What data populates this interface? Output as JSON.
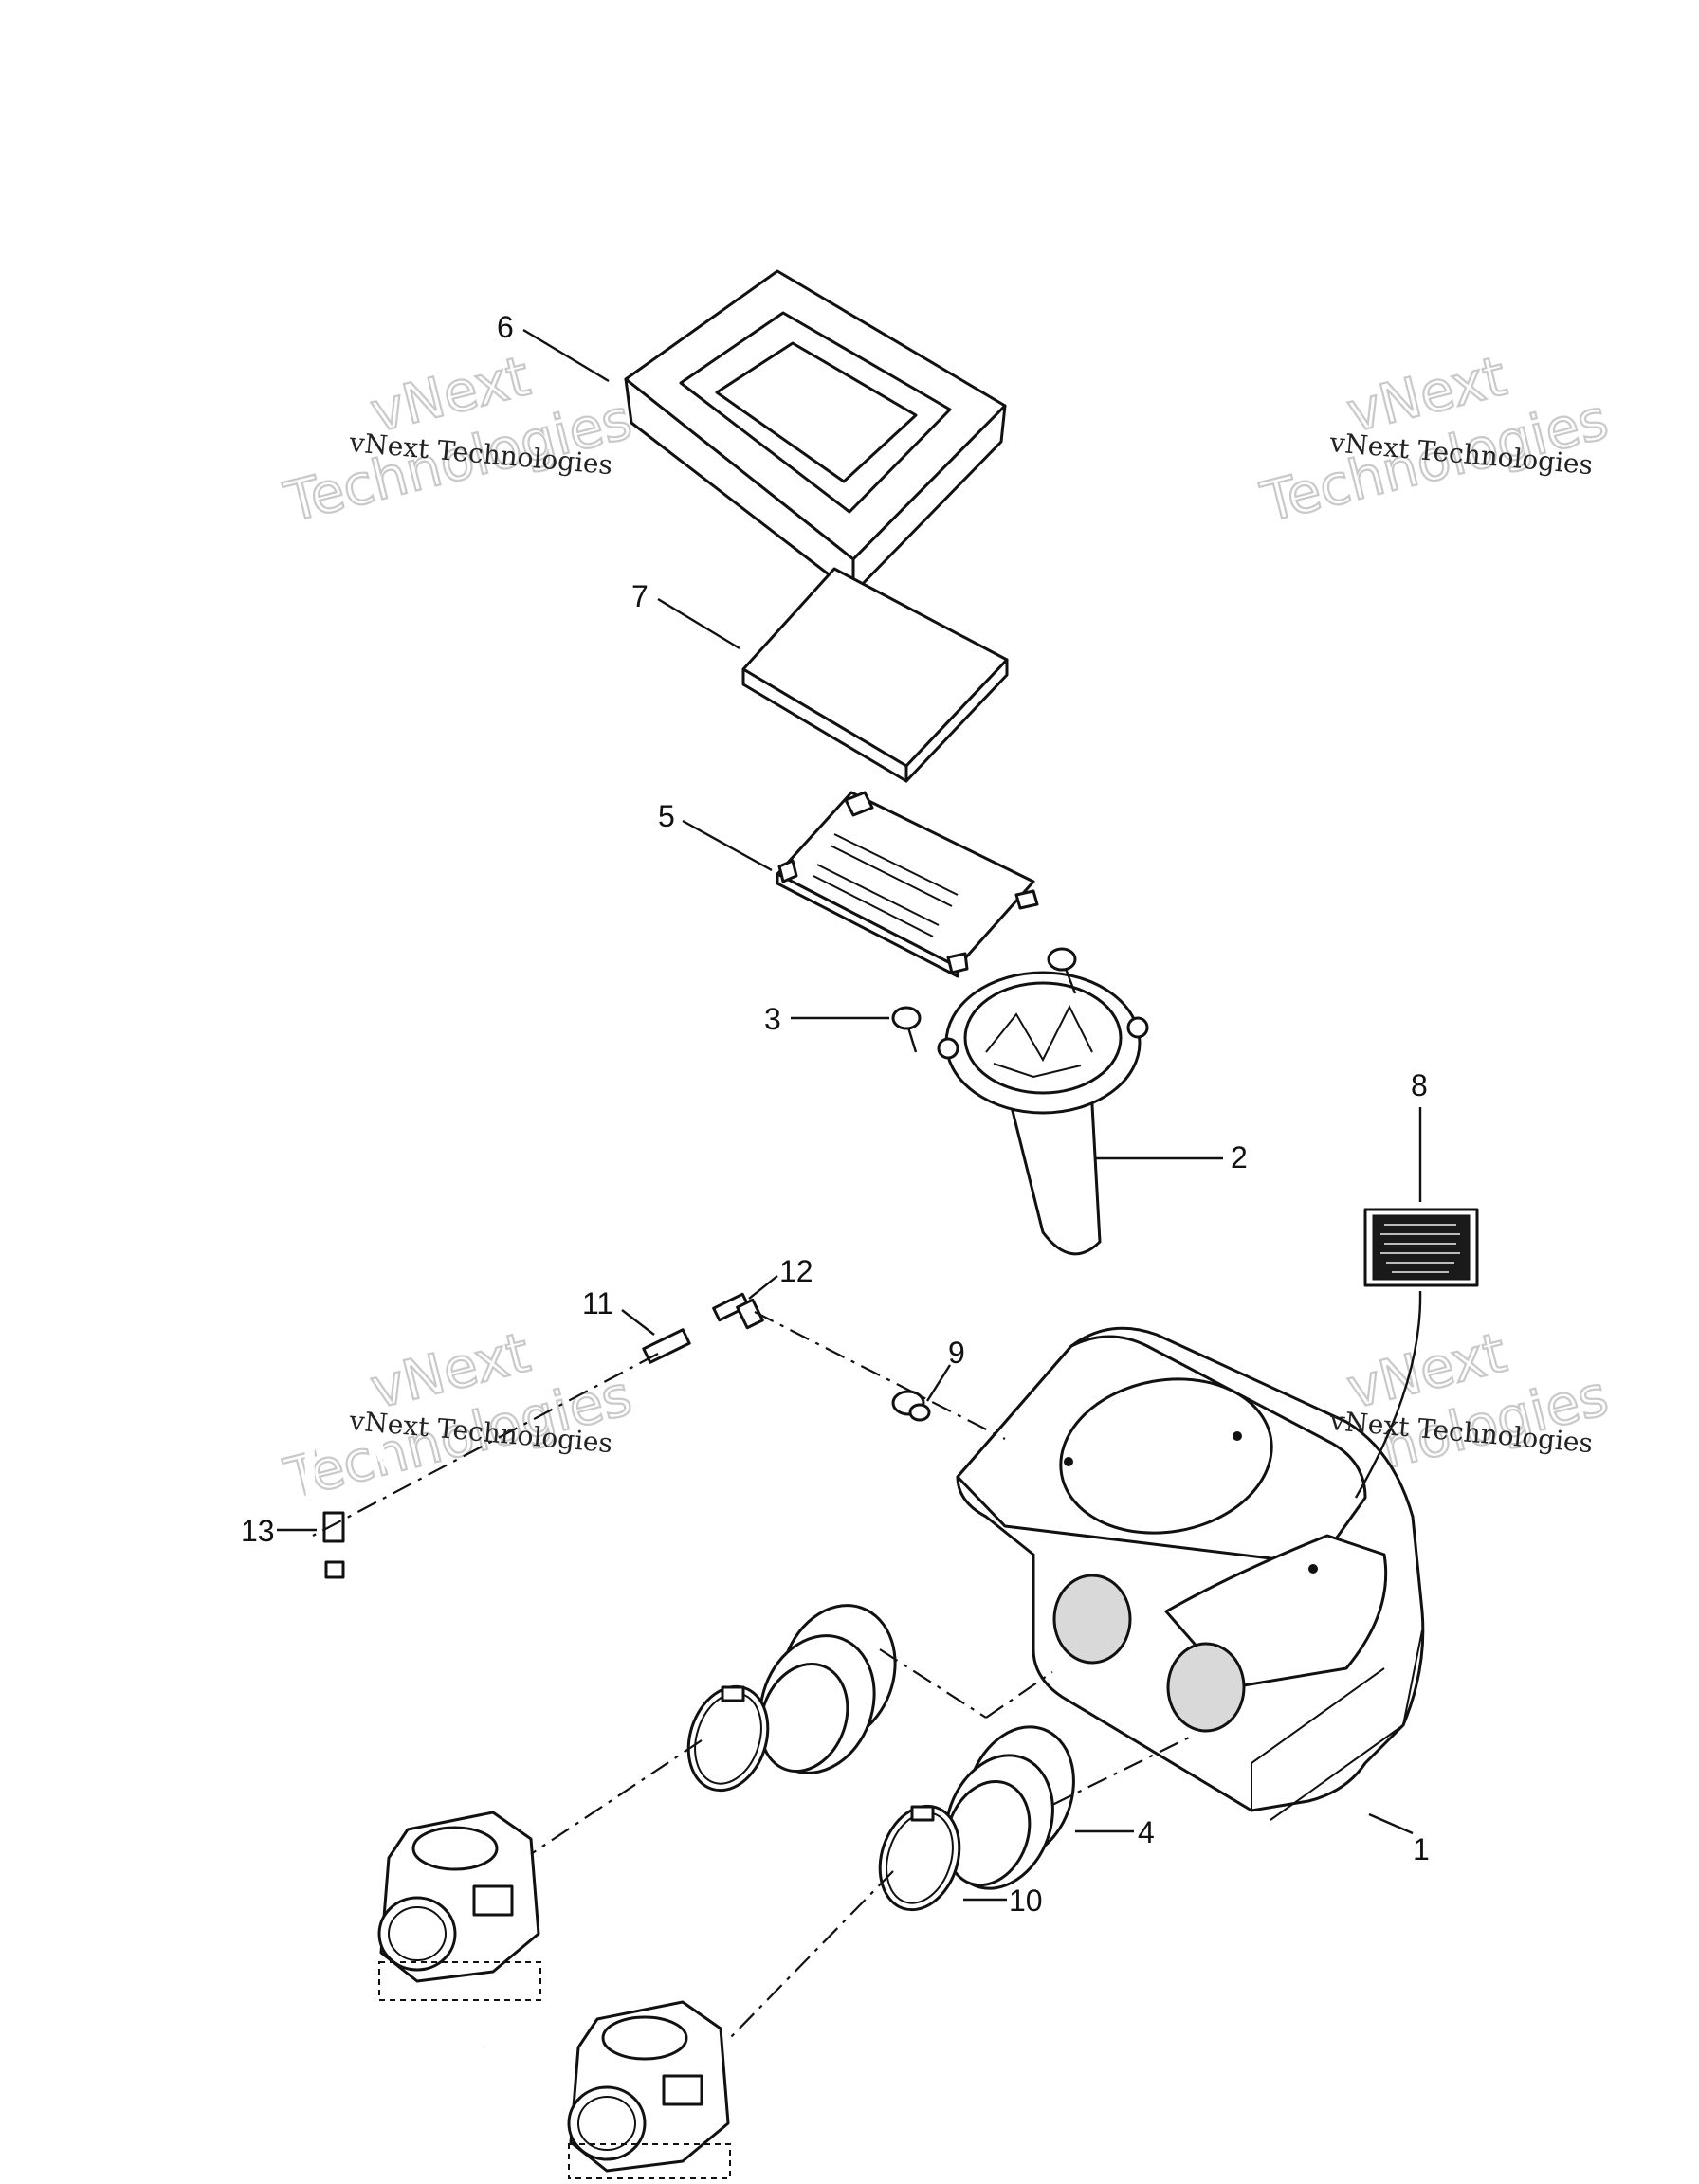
{
  "diagram": {
    "callouts": {
      "c1": "1",
      "c2": "2",
      "c3": "3",
      "c4": "4",
      "c5": "5",
      "c6": "6",
      "c7": "7",
      "c8": "8",
      "c9": "9",
      "c10": "10",
      "c11": "11",
      "c12": "12",
      "c13": "13"
    },
    "watermark": {
      "large_line1": "vNext",
      "large_line2": "Technologies",
      "small": "vNext Technologies"
    }
  }
}
